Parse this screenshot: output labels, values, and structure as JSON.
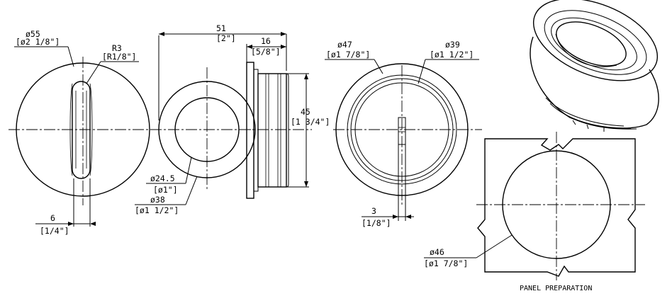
{
  "drawing": {
    "front_view": {
      "diameter_mm": "ø55",
      "diameter_in": "[ø2 1/8\"]",
      "radius_mm": "R3",
      "radius_in": "[R1/8\"]",
      "width_mm": "6",
      "width_in": "[1/4\"]"
    },
    "side_view": {
      "length_mm": "51",
      "length_in": "[2\"]",
      "flange_mm": "16",
      "flange_in": "[5/8\"]",
      "height_mm": "45",
      "height_in": "[1 3/4\"]",
      "inner_dia_mm": "ø24.5",
      "inner_dia_in": "[ø1\"]",
      "outer_dia_mm": "ø38",
      "outer_dia_in": "[ø1 1/2\"]"
    },
    "rear_view": {
      "outer_dia_mm": "ø47",
      "outer_dia_in": "[ø1 7/8\"]",
      "inner_dia_mm": "ø39",
      "inner_dia_in": "[ø1 1/2\"]",
      "slot_mm": "3",
      "slot_in": "[1/8\"]"
    },
    "panel_preparation": {
      "cutout_dia_mm": "ø46",
      "cutout_dia_in": "[ø1 7/8\"]",
      "caption": "PANEL PREPARATION"
    }
  }
}
